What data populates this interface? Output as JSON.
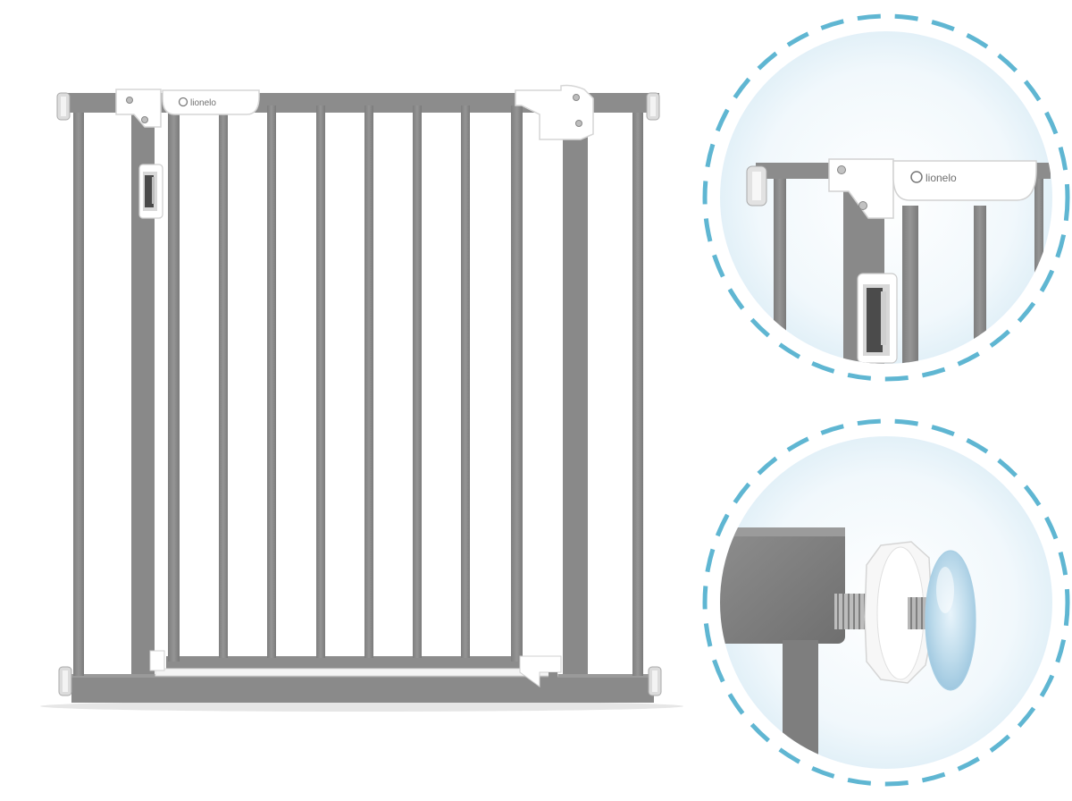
{
  "product": {
    "brand": "lionelo",
    "colors": {
      "frame": "#8a8a8a",
      "frame_dark": "#777777",
      "frame_light": "#9b9b9b",
      "plastic": "#ffffff",
      "accent_dash": "#5fb6d2",
      "circle_bg": "#eaf5fb"
    }
  },
  "views": {
    "main": {
      "icon": "gate-main-view"
    },
    "detail_top": {
      "icon": "latch-closeup"
    },
    "detail_bottom": {
      "icon": "pressure-screw-closeup"
    }
  }
}
